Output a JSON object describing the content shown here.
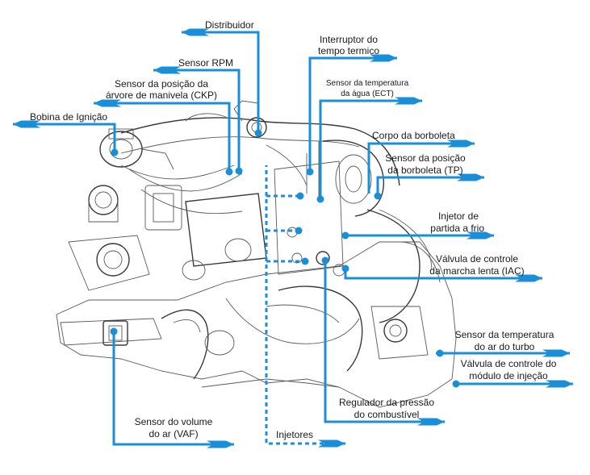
{
  "accent_color": "#1a8ed6",
  "labels": {
    "distribuidor": "Distribuidor",
    "interruptor_1": "Interruptor do",
    "interruptor_2": "tempo termico",
    "sensor_rpm": "Sensor RPM",
    "ect_1": "Sensor da temperatura",
    "ect_2": "da água (ECT)",
    "ckp_1": "Sensor da posição da",
    "ckp_2": "árvore de manivela (CKP)",
    "bobina": "Bobina de Ignição",
    "corpo_borboleta": "Corpo da borboleta",
    "tp_1": "Sensor da posição",
    "tp_2": "da borboleta (TP)",
    "injetor_frio_1": "Injetor de",
    "injetor_frio_2": "partida a frio",
    "iac_1": "Válvula de controle",
    "iac_2": "da marcha lenta (IAC)",
    "turbo_1": "Sensor da temperatura",
    "turbo_2": "do ar do turbo",
    "modulo_1": "Válvula de controle do",
    "modulo_2": "módulo de injeção",
    "regulador_1": "Regulador da pressão",
    "regulador_2": "do combustível",
    "vaf_1": "Sensor do volume",
    "vaf_2": "do ar (VAF)",
    "injetores": "Injetores"
  }
}
